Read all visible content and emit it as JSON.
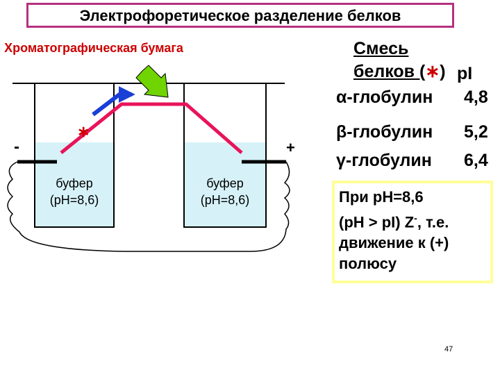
{
  "title": "Электрофоретическое  разделение белков",
  "paper_label": "Хроматографическая бумага",
  "minus_sign": "-",
  "plus_sign": "+",
  "star": "∗",
  "buffer_left": [
    "буфер",
    "(рН=8,6)"
  ],
  "buffer_right": [
    "буфер",
    "(рН=8,6)"
  ],
  "mixture": {
    "line1": "Смесь",
    "line2_text": "белков (",
    "line2_star": "∗",
    "line2_close": ")",
    "pi_header": "pI"
  },
  "proteins": [
    {
      "name": "α-глобулин",
      "pi": "4,8"
    },
    {
      "name": "β-глобулин",
      "pi": "5,2"
    },
    {
      "name": "γ-глобулин",
      "pi": "6,4"
    }
  ],
  "conclusion": {
    "line1": "При рН=8,6",
    "line2_a": "(рН > pI) Z",
    "line2_sup": "-",
    "line2_b": ", т.е.",
    "line3": "движение к (+)",
    "line4": "полюсу"
  },
  "page_number": "47",
  "colors": {
    "title_border": "#b5317f",
    "paper": "#e8145a",
    "paper_label": "#cc0000",
    "buffer_fill": "#d6f2f8",
    "blue_arrow": "#1a3fd6",
    "green_arrow": "#6fd400",
    "conclusion_border": "#ffff99"
  }
}
